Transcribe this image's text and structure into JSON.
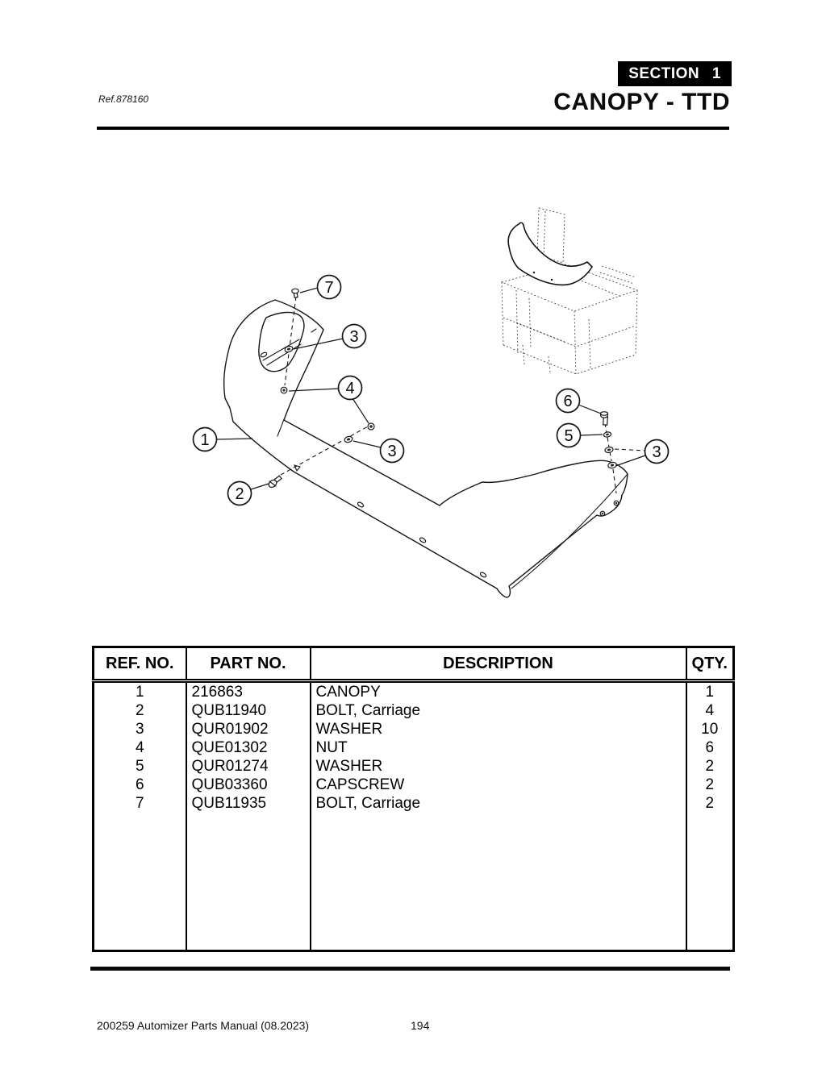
{
  "page": {
    "ref_label": "Ref.878160",
    "section_badge": "SECTION 1",
    "title": "CANOPY - TTD",
    "footer_left": "200259 Automizer Parts Manual (08.2023)",
    "footer_page": "194"
  },
  "diagram": {
    "description": "Exploded view of canopy with fastener callouts and ghosted machine location thumbnail",
    "callouts": [
      {
        "label": "7"
      },
      {
        "label": "3"
      },
      {
        "label": "4"
      },
      {
        "label": "1"
      },
      {
        "label": "3"
      },
      {
        "label": "2"
      },
      {
        "label": "6"
      },
      {
        "label": "5"
      },
      {
        "label": "3"
      }
    ]
  },
  "table": {
    "columns": [
      "REF. NO.",
      "PART NO.",
      "DESCRIPTION",
      "QTY."
    ],
    "rows": [
      [
        "1",
        "216863",
        "CANOPY",
        "1"
      ],
      [
        "2",
        "QUB11940",
        "BOLT, Carriage",
        "4"
      ],
      [
        "3",
        "QUR01902",
        "WASHER",
        "10"
      ],
      [
        "4",
        "QUE01302",
        "NUT",
        "6"
      ],
      [
        "5",
        "QUR01274",
        "WASHER",
        "2"
      ],
      [
        "6",
        "QUB03360",
        "CAPSCREW",
        "2"
      ],
      [
        "7",
        "QUB11935",
        "BOLT, Carriage",
        "2"
      ]
    ]
  }
}
